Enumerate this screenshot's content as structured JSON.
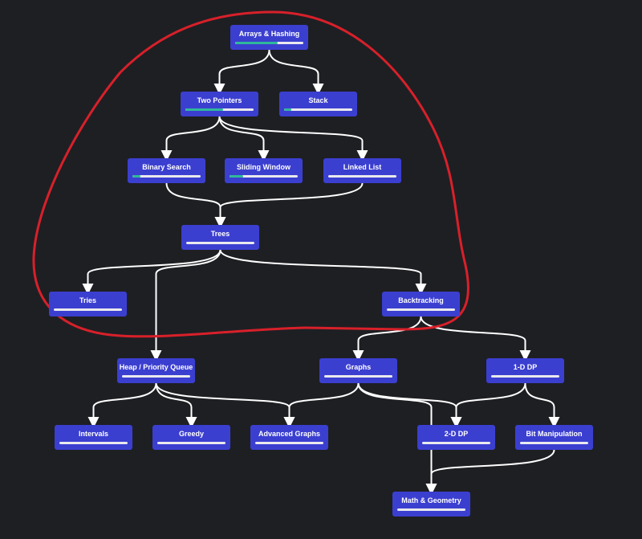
{
  "colors": {
    "background": "#1e1f23",
    "node": "#3b3fd0",
    "progress_track": "#e9e9ee",
    "progress_fill": "#2fb89a",
    "edge": "#ffffff",
    "annotation": "#d8202a"
  },
  "nodes": [
    {
      "id": "arrays",
      "label": "Arrays & Hashing",
      "progress": 0.62
    },
    {
      "id": "two-pointers",
      "label": "Two Pointers",
      "progress": 0.55
    },
    {
      "id": "stack",
      "label": "Stack",
      "progress": 0.1
    },
    {
      "id": "binary-search",
      "label": "Binary Search",
      "progress": 0.12
    },
    {
      "id": "sliding-window",
      "label": "Sliding Window",
      "progress": 0.2
    },
    {
      "id": "linked-list",
      "label": "Linked List",
      "progress": 0
    },
    {
      "id": "trees",
      "label": "Trees",
      "progress": 0
    },
    {
      "id": "tries",
      "label": "Tries",
      "progress": 0
    },
    {
      "id": "backtracking",
      "label": "Backtracking",
      "progress": 0
    },
    {
      "id": "heap",
      "label": "Heap / Priority Queue",
      "progress": 0
    },
    {
      "id": "graphs",
      "label": "Graphs",
      "progress": 0
    },
    {
      "id": "dp-1d",
      "label": "1-D DP",
      "progress": 0
    },
    {
      "id": "intervals",
      "label": "Intervals",
      "progress": 0
    },
    {
      "id": "greedy",
      "label": "Greedy",
      "progress": 0
    },
    {
      "id": "advanced-graphs",
      "label": "Advanced Graphs",
      "progress": 0
    },
    {
      "id": "dp-2d",
      "label": "2-D DP",
      "progress": 0
    },
    {
      "id": "bit-manipulation",
      "label": "Bit Manipulation",
      "progress": 0
    },
    {
      "id": "math-geometry",
      "label": "Math & Geometry",
      "progress": 0
    }
  ],
  "edges": [
    [
      "arrays",
      "two-pointers"
    ],
    [
      "arrays",
      "stack"
    ],
    [
      "two-pointers",
      "binary-search"
    ],
    [
      "two-pointers",
      "sliding-window"
    ],
    [
      "two-pointers",
      "linked-list"
    ],
    [
      "binary-search",
      "trees"
    ],
    [
      "linked-list",
      "trees"
    ],
    [
      "trees",
      "tries"
    ],
    [
      "trees",
      "backtracking"
    ],
    [
      "trees",
      "heap"
    ],
    [
      "backtracking",
      "graphs"
    ],
    [
      "backtracking",
      "dp-1d"
    ],
    [
      "heap",
      "intervals"
    ],
    [
      "heap",
      "greedy"
    ],
    [
      "heap",
      "advanced-graphs"
    ],
    [
      "graphs",
      "advanced-graphs"
    ],
    [
      "graphs",
      "dp-2d"
    ],
    [
      "graphs",
      "math-geometry"
    ],
    [
      "dp-1d",
      "dp-2d"
    ],
    [
      "dp-1d",
      "bit-manipulation"
    ],
    [
      "bit-manipulation",
      "math-geometry"
    ]
  ]
}
